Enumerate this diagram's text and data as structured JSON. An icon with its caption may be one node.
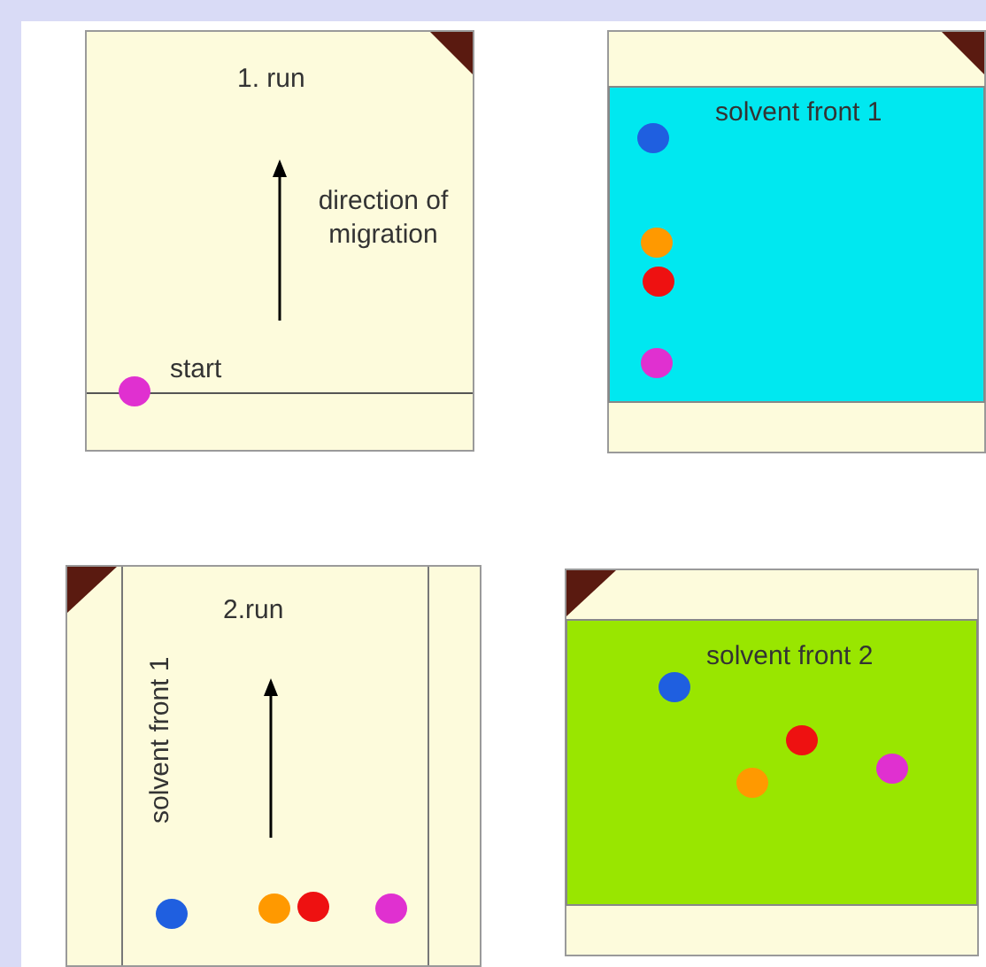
{
  "diagram": {
    "nodes": [
      {
        "text": [
          "1. run",
          "direction of migration",
          "start"
        ]
      },
      {
        "text": [
          "solvent front 1"
        ]
      },
      {
        "text": [
          "2.run",
          "solvent front 1"
        ]
      },
      {
        "text": [
          "solvent front 2"
        ]
      }
    ]
  }
}
